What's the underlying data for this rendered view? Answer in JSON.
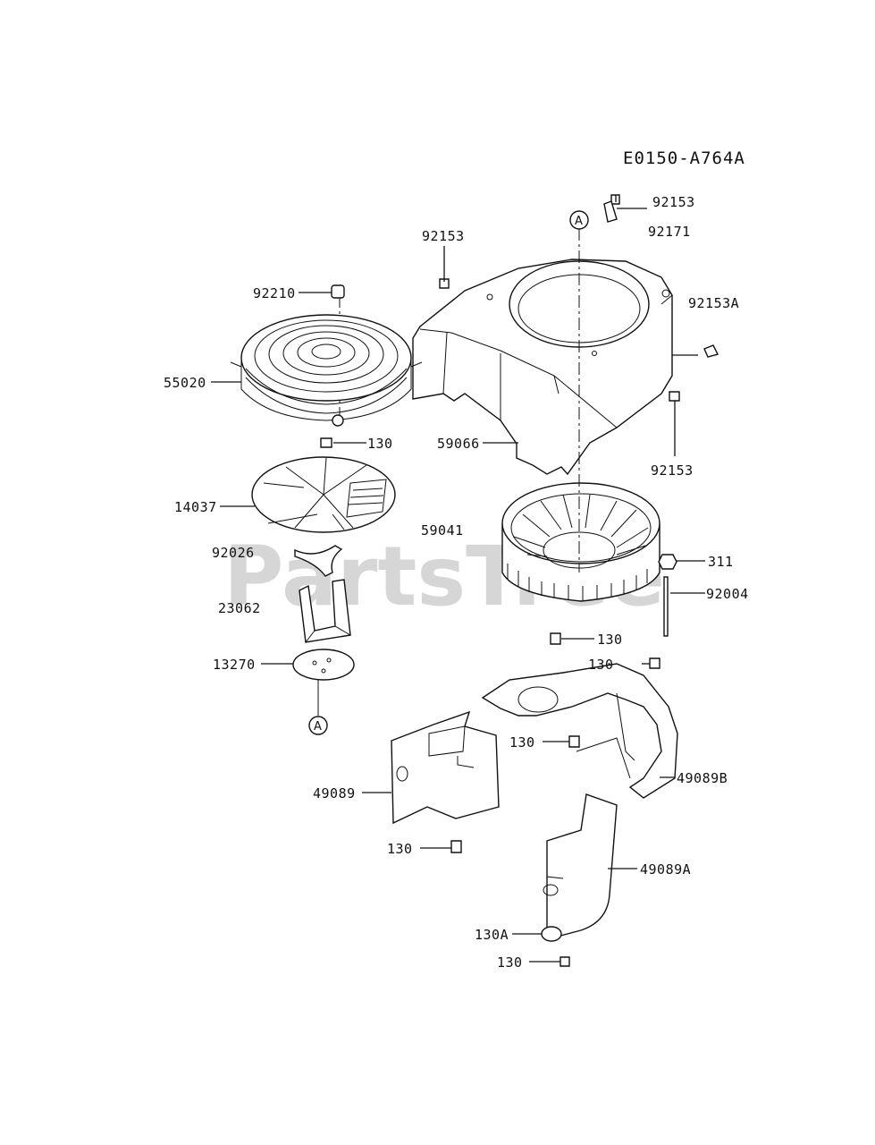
{
  "diagram_code": "E0150-A764A",
  "watermark": "PartsTree",
  "reference_marker": "A",
  "labels": {
    "p92153_top_right": "92153",
    "p92171": "92171",
    "p92153_left": "92153",
    "p92153A": "92153A",
    "p92210": "92210",
    "p55020": "55020",
    "p59066": "59066",
    "p92153_lower": "92153",
    "p130_fan_plate": "130",
    "p14037": "14037",
    "p59041": "59041",
    "p92026": "92026",
    "p311": "311",
    "p92004": "92004",
    "p23062": "23062",
    "p130_mid": "130",
    "p13270": "13270",
    "p130_plate_right": "130",
    "p130_plate_center": "130",
    "p49089B": "49089B",
    "p49089": "49089",
    "p130_lower_left": "130",
    "p49089A": "49089A",
    "p130A": "130A",
    "p130_bottom": "130"
  }
}
